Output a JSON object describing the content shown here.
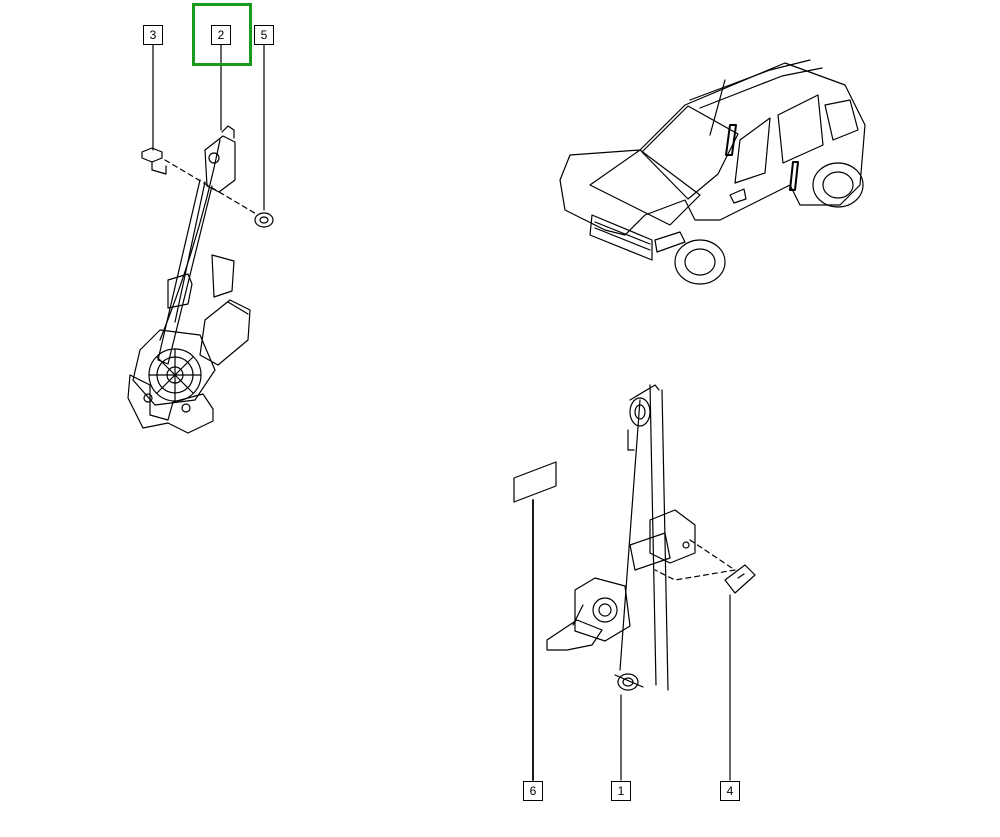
{
  "callouts": [
    {
      "id": "1",
      "label": "1",
      "selected": false
    },
    {
      "id": "2",
      "label": "2",
      "selected": true
    },
    {
      "id": "3",
      "label": "3",
      "selected": false
    },
    {
      "id": "4",
      "label": "4",
      "selected": false
    },
    {
      "id": "5",
      "label": "5",
      "selected": false
    },
    {
      "id": "6",
      "label": "6",
      "selected": false
    }
  ],
  "colors": {
    "line": "#000000",
    "background": "#ffffff",
    "selection": "#1a9a1a"
  }
}
